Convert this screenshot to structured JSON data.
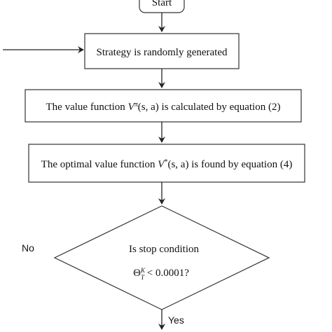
{
  "start": {
    "label": "Start"
  },
  "steps": [
    {
      "text": "Strategy is randomly generated"
    },
    {
      "prefix": "The value function ",
      "symbol": "V",
      "sup": "π",
      "suffix": "(s, a) is calculated by equation (2)"
    },
    {
      "prefix": "The optimal value function ",
      "symbol": "V",
      "sup": "*",
      "suffix": "(s, a) is found by equation (4)"
    }
  ],
  "decision": {
    "line1": "Is stop condition",
    "theta": "Θ",
    "theta_sup": "K",
    "theta_sub": "T",
    "condition": " < 0.0001?"
  },
  "branches": {
    "no": "No",
    "yes": "Yes"
  }
}
